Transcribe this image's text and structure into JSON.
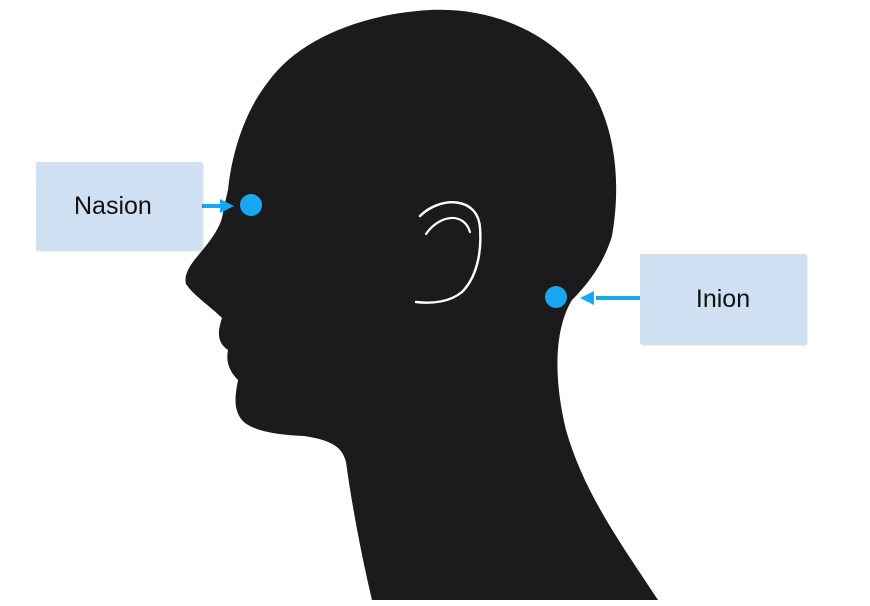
{
  "diagram": {
    "colors": {
      "silhouette": "#1b1b1d",
      "ear_line": "#ffffff",
      "marker": "#19a7f0",
      "label_background": "#cfe0f3"
    },
    "labels": {
      "nasion": "Nasion",
      "inion": "Inion"
    },
    "icons": {
      "head": "head-silhouette-profile",
      "ear": "ear-outline",
      "arrow_nasion": "arrow-right",
      "arrow_inion": "arrow-left"
    }
  }
}
